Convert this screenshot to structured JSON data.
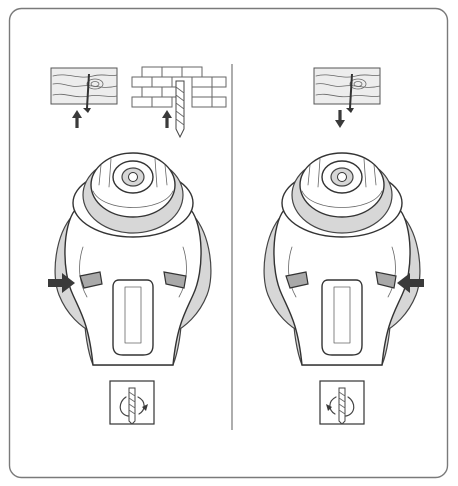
{
  "diagram": {
    "panels": [
      {
        "id": "forward",
        "materials": [
          "wood-screw",
          "brick-drill"
        ],
        "button_side": "left",
        "rotation": "clockwise"
      },
      {
        "id": "reverse",
        "materials": [
          "wood-screw"
        ],
        "button_side": "right",
        "rotation": "counterclockwise"
      }
    ],
    "colors": {
      "frame": "#7a7a7a",
      "line": "#444444",
      "arrow": "#3a3a3a",
      "button": "#a9a9a9"
    }
  }
}
